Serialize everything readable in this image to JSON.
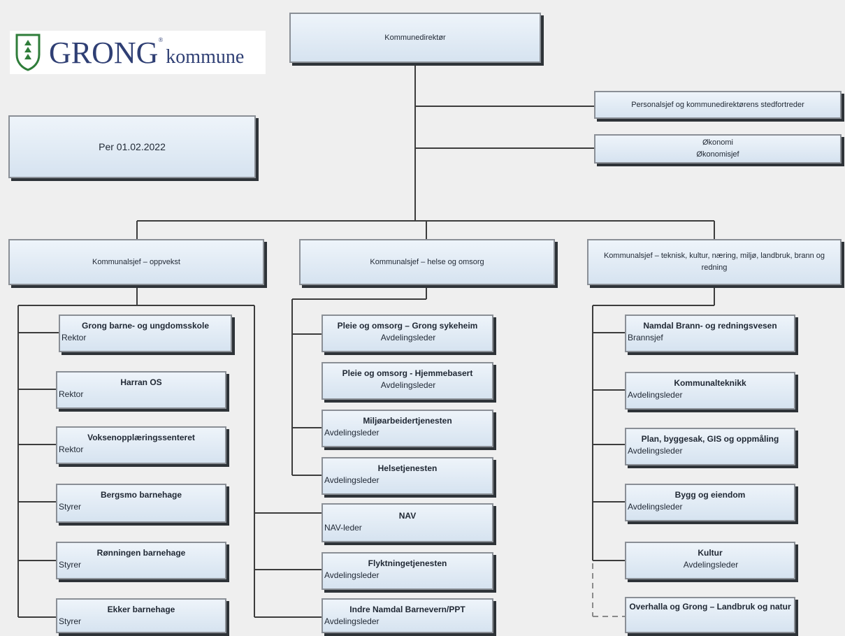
{
  "logo": {
    "name": "GRONG",
    "registered": "®",
    "suffix": "kommune"
  },
  "date_label": "Per 01.02.2022",
  "director": "Kommunedirektør",
  "staff": {
    "personal": "Personalsjef og kommunedirektørens stedfortreder",
    "economy": {
      "line1": "Økonomi",
      "line2": "Økonomisjef"
    }
  },
  "sectors": [
    {
      "label": "Kommunalsjef – oppvekst"
    },
    {
      "label": "Kommunalsjef – helse og omsorg"
    },
    {
      "label": "Kommunalsjef – teknisk, kultur, næring, miljø, landbruk, brann og redning"
    }
  ],
  "units_oppvekst": [
    {
      "title": "Grong barne- og ungdomsskole",
      "sub": "Rektor"
    },
    {
      "title": "Harran OS",
      "sub": "Rektor"
    },
    {
      "title": "Voksenopplæringssenteret",
      "sub": "Rektor"
    },
    {
      "title": "Bergsmo barnehage",
      "sub": "Styrer"
    },
    {
      "title": "Rønningen barnehage",
      "sub": "Styrer"
    },
    {
      "title": "Ekker barnehage",
      "sub": "Styrer"
    }
  ],
  "units_helse": [
    {
      "title": "Pleie og omsorg – Grong sykeheim",
      "sub": "Avdelingsleder"
    },
    {
      "title": "Pleie og omsorg - Hjemmebasert",
      "sub": "Avdelingsleder"
    },
    {
      "title": "Miljøarbeidertjenesten",
      "sub": "Avdelingsleder"
    },
    {
      "title": "Helsetjenesten",
      "sub": "Avdelingsleder"
    }
  ],
  "units_shared": [
    {
      "title": "NAV",
      "sub": "NAV-leder"
    },
    {
      "title": "Flyktningetjenesten",
      "sub": "Avdelingsleder"
    },
    {
      "title": "Indre Namdal Barnevern/PPT",
      "sub": "Avdelingsleder"
    }
  ],
  "units_teknisk": [
    {
      "title": "Namdal Brann- og redningsvesen",
      "sub": "Brannsjef"
    },
    {
      "title": "Kommunalteknikk",
      "sub": "Avdelingsleder"
    },
    {
      "title": "Plan, byggesak, GIS og oppmåling",
      "sub": "Avdelingsleder"
    },
    {
      "title": "Bygg og eiendom",
      "sub": "Avdelingsleder"
    },
    {
      "title": "Kultur",
      "sub": "Avdelingsleder"
    },
    {
      "title": "Overhalla og Grong – Landbruk og natur",
      "sub": ""
    }
  ],
  "colors": {
    "box_top": "#eef4fa",
    "box_bottom": "#d6e3f0",
    "line": "#3c3c3c",
    "logo_text": "#2f3f74",
    "shield": "#2f7d3a"
  }
}
